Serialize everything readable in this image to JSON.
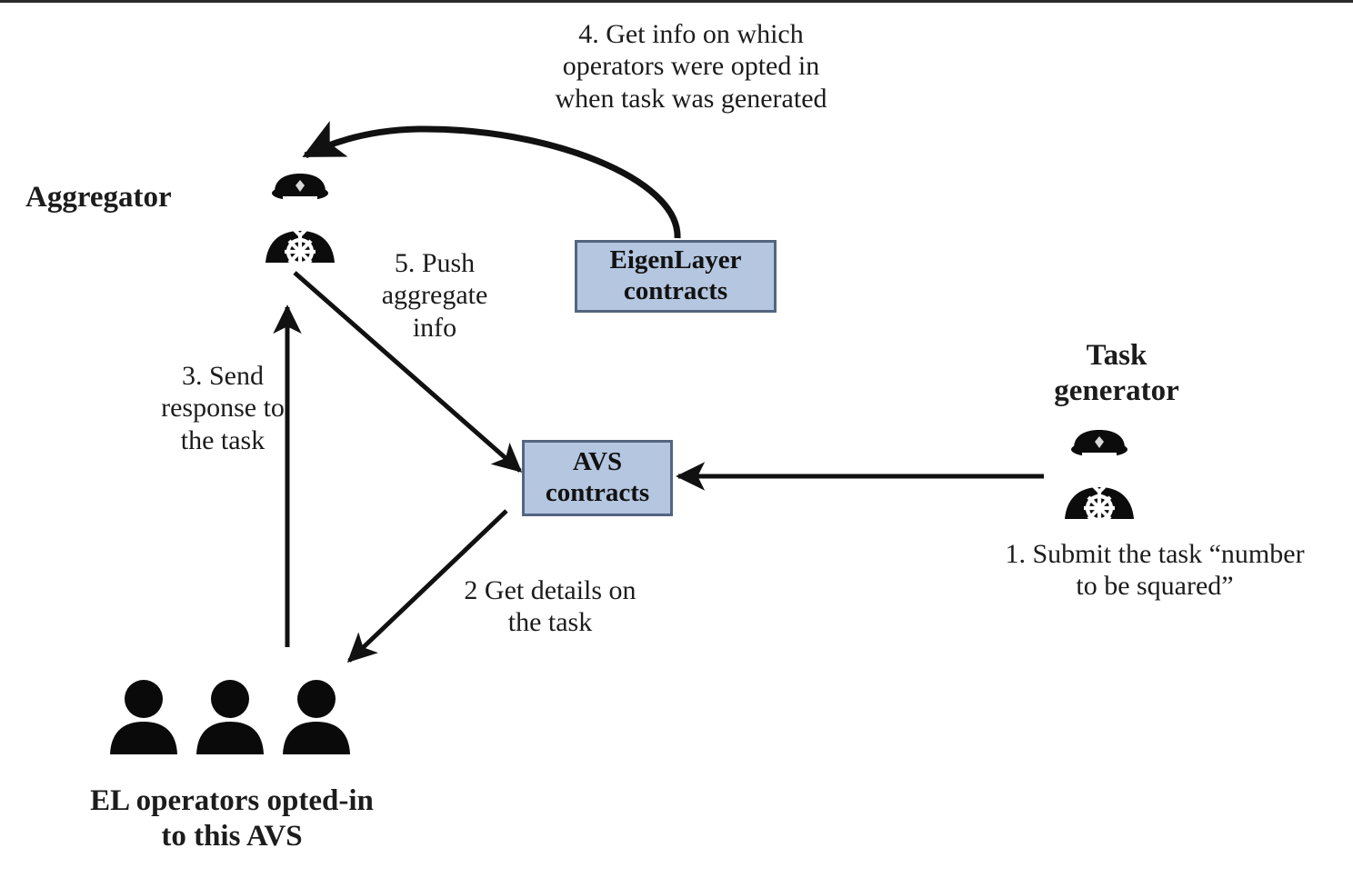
{
  "diagram": {
    "title": "EigenLayer AVS task flow",
    "background": "#ffffff",
    "box_fill": "#b4c6e0",
    "box_border": "#54657f",
    "ink": "#1a1a1a"
  },
  "boxes": {
    "eigenlayer": {
      "label": "EigenLayer\ncontracts"
    },
    "avs": {
      "label": "AVS\ncontracts"
    }
  },
  "actors": {
    "aggregator": {
      "label": "Aggregator",
      "icon": "captain-icon"
    },
    "task_generator": {
      "label": "Task\ngenerator",
      "icon": "captain-icon"
    },
    "operators": {
      "label": "EL operators opted-in\nto this AVS",
      "icon": "three-people-icon",
      "count": 3
    }
  },
  "steps": {
    "step1": {
      "text": "1. Submit the task “number\nto be squared”"
    },
    "step2": {
      "text": "2 Get details on\nthe task"
    },
    "step3": {
      "text": "3. Send\nresponse to\nthe task"
    },
    "step4": {
      "text": "4. Get info on which\noperators were opted in\nwhen task was generated"
    },
    "step5": {
      "text": "5. Push\naggregate\ninfo"
    }
  },
  "chart_data": {
    "type": "diagram",
    "title": "EigenLayer AVS task flow",
    "nodes": [
      {
        "id": "aggregator",
        "label": "Aggregator",
        "kind": "actor"
      },
      {
        "id": "eigenlayer",
        "label": "EigenLayer contracts",
        "kind": "contract-box"
      },
      {
        "id": "avs",
        "label": "AVS contracts",
        "kind": "contract-box"
      },
      {
        "id": "task_generator",
        "label": "Task generator",
        "kind": "actor"
      },
      {
        "id": "operators",
        "label": "EL operators opted-in to this AVS",
        "kind": "actor-group"
      }
    ],
    "edges": [
      {
        "from": "task_generator",
        "to": "avs",
        "label": "1. Submit the task “number to be squared”"
      },
      {
        "from": "avs",
        "to": "operators",
        "label": "2 Get details on the task"
      },
      {
        "from": "operators",
        "to": "aggregator",
        "label": "3. Send response to the task"
      },
      {
        "from": "eigenlayer",
        "to": "aggregator",
        "label": "4. Get info on which operators were opted in when task was generated",
        "style": "curved"
      },
      {
        "from": "aggregator",
        "to": "avs",
        "label": "5. Push aggregate info"
      }
    ]
  }
}
